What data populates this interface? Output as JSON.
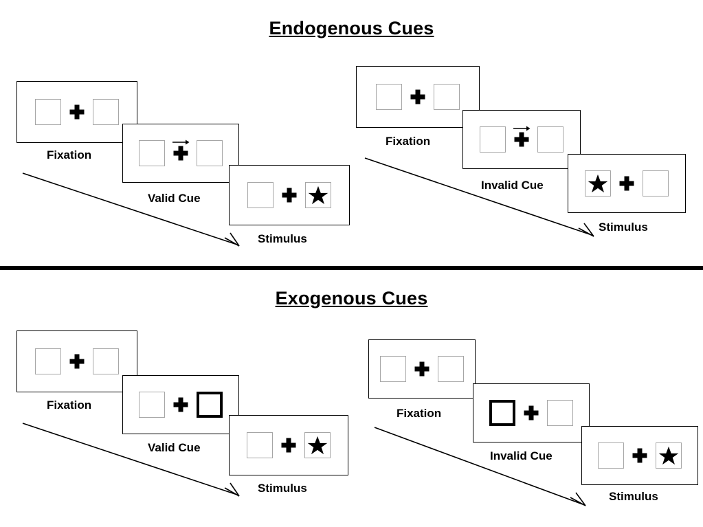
{
  "page": {
    "background": "#ffffff",
    "text_color": "#000000",
    "box_border_color": "#a6a6a6",
    "cued_box_border_color": "#000000",
    "frame_border_color": "#000000"
  },
  "sections": [
    {
      "id": "endogenous",
      "title": "Endogenous Cues",
      "cue_kind": "arrow",
      "sequences": [
        {
          "id": "endogenous-valid",
          "frames": [
            {
              "label": "Fixation",
              "cue": "none",
              "star": "none"
            },
            {
              "label": "Valid Cue",
              "cue": "arrow-right",
              "star": "none"
            },
            {
              "label": "Stimulus",
              "cue": "none",
              "star": "right"
            }
          ]
        },
        {
          "id": "endogenous-invalid",
          "frames": [
            {
              "label": "Fixation",
              "cue": "none",
              "star": "none"
            },
            {
              "label": "Invalid Cue",
              "cue": "arrow-right",
              "star": "none"
            },
            {
              "label": "Stimulus",
              "cue": "none",
              "star": "left"
            }
          ]
        }
      ]
    },
    {
      "id": "exogenous",
      "title": "Exogenous Cues",
      "cue_kind": "box-highlight",
      "sequences": [
        {
          "id": "exogenous-valid",
          "frames": [
            {
              "label": "Fixation",
              "cue": "none",
              "star": "none"
            },
            {
              "label": "Valid Cue",
              "cue": "box-right",
              "star": "none"
            },
            {
              "label": "Stimulus",
              "cue": "none",
              "star": "right"
            }
          ]
        },
        {
          "id": "exogenous-invalid",
          "frames": [
            {
              "label": "Fixation",
              "cue": "none",
              "star": "none"
            },
            {
              "label": "Invalid Cue",
              "cue": "box-left",
              "star": "none"
            },
            {
              "label": "Stimulus",
              "cue": "none",
              "star": "right"
            }
          ]
        }
      ]
    },
    {
      "id": "divider",
      "kind": "horizontal-rule"
    }
  ],
  "labels": {
    "endogenous_title": "Endogenous Cues",
    "exogenous_title": "Exogenous Cues",
    "fixation": "Fixation",
    "valid_cue": "Valid Cue",
    "invalid_cue": "Invalid Cue",
    "stimulus": "Stimulus"
  },
  "icons": {
    "fixation_cross": "plus-icon",
    "arrow_cue": "arrow-right-icon",
    "target": "star-icon",
    "time_flow": "diagonal-arrow-icon"
  }
}
